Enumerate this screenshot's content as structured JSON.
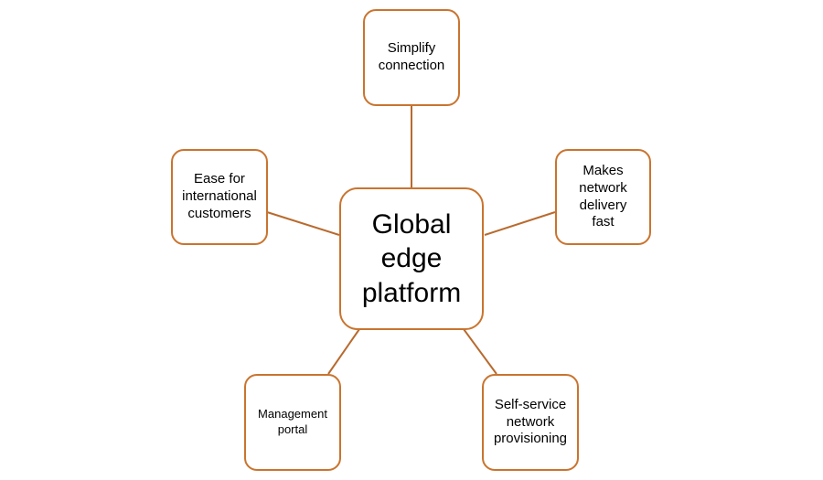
{
  "diagram": {
    "center": {
      "label": "Global\nedge\nplatform"
    },
    "nodes": [
      {
        "label": "Simplify\nconnection"
      },
      {
        "label": "Makes\nnetwork\ndelivery\nfast"
      },
      {
        "label": "Self-service\nnetwork\nprovisioning"
      },
      {
        "label": "Management\nportal"
      },
      {
        "label": "Ease for\ninternational\ncustomers"
      }
    ],
    "colors": {
      "box_border": "#c9742f",
      "connector": "#b86a2e",
      "text": "#000000",
      "background": "#ffffff"
    }
  }
}
